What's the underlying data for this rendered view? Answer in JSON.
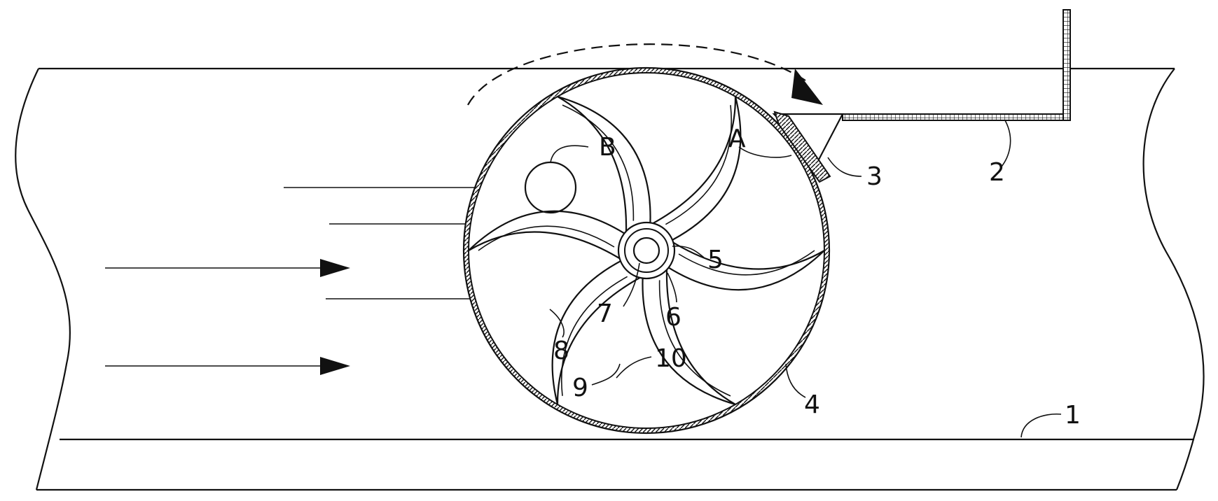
{
  "labels": {
    "l1": "1",
    "l2": "2",
    "l3": "3",
    "l4": "4",
    "l5": "5",
    "l6": "6",
    "l7": "7",
    "l8": "8",
    "l9": "9",
    "l10": "10",
    "lA": "A",
    "lB": "B"
  }
}
